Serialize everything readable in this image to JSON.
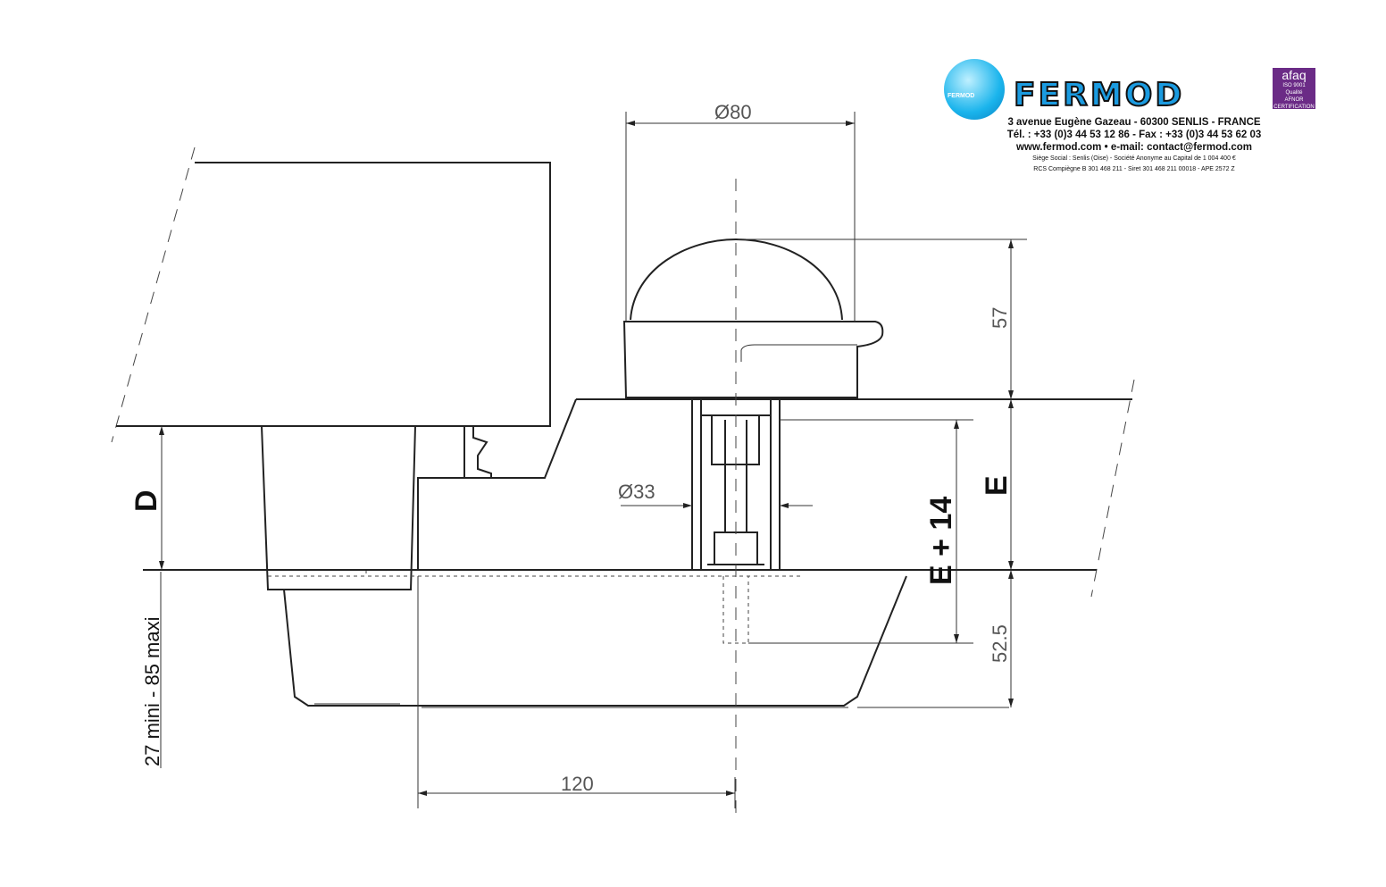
{
  "company": {
    "brand": "FERMOD",
    "ball_text": "FERMOD",
    "cert_line1": "afaq",
    "cert_line2": "ISO 9001",
    "cert_line3": "Qualité",
    "cert_line4": "AFNOR CERTIFICATION",
    "address": "3 avenue Eugène Gazeau - 60300 SENLIS - FRANCE",
    "phone": "Tél. : +33 (0)3 44 53 12 86 - Fax : +33 (0)3 44 53 62 03",
    "web": "www.fermod.com • e-mail: contact@fermod.com",
    "legal1": "Siège Social : Senlis (Oise) - Société Anonyme au Capital de 1 004 400 €",
    "legal2": "RCS Compiègne B 301 468 211 - Siret 301 468 211 00018 - APE 2572 Z"
  },
  "dimensions": {
    "cap_diameter": "Ø80",
    "tube_diameter": "Ø33",
    "cap_height": "57",
    "thickness": "E",
    "e_plus": "E + 14",
    "depth_below": "52.5",
    "offset": "120",
    "d": "D",
    "d_range": "27 mini - 85 maxi"
  }
}
